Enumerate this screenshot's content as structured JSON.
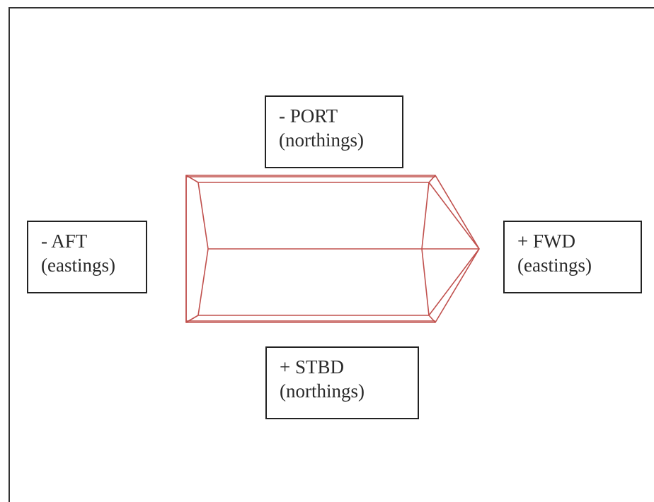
{
  "diagram": {
    "labels": {
      "port": {
        "sign_label": "- PORT",
        "axis_label": "(northings)"
      },
      "aft": {
        "sign_label": "- AFT",
        "axis_label": "(eastings)"
      },
      "fwd": {
        "sign_label": "+ FWD",
        "axis_label": "(eastings)"
      },
      "stbd": {
        "sign_label": "+ STBD",
        "axis_label": "(northings)"
      }
    },
    "colors": {
      "vessel_outline": "#c0504d",
      "box_border": "#222222",
      "text": "#2a2a2a"
    },
    "icons": {
      "vessel": "vessel-arrow-icon"
    }
  }
}
